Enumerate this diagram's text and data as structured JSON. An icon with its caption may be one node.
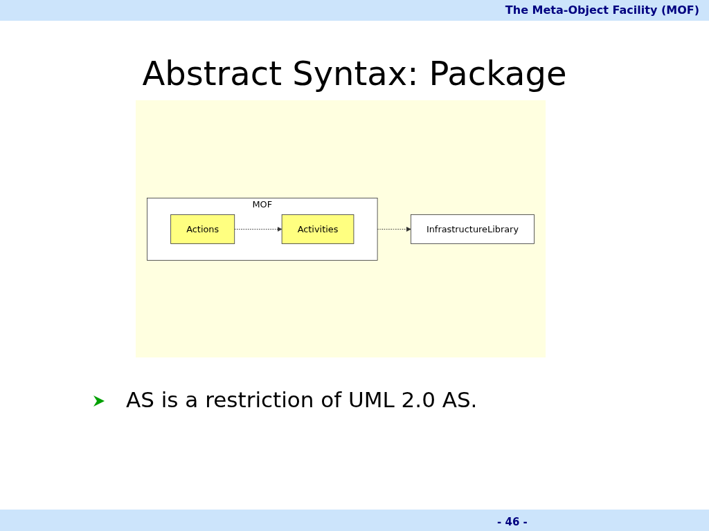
{
  "diagram": {
    "title": "Abstract Syntax: Package",
    "nodes": [
      {
        "text": [
          "InfrastructureLibrary"
        ]
      },
      {
        "text": [
          "MOF"
        ]
      },
      {
        "text": [
          "Actions"
        ],
        "in": 1
      },
      {
        "text": [
          "Activities"
        ],
        "in": 1
      }
    ],
    "edges": [
      {
        "from": 1,
        "to": 0,
        "arrow": "to",
        "style": "dashed"
      },
      {
        "from": 2,
        "to": 3,
        "arrow": "to",
        "style": "dashed"
      }
    ],
    "labels": [
      "The Meta-Object Facility (MOF)",
      "AS is a restriction of UML 2.0 AS.",
      "- 46 -"
    ]
  }
}
